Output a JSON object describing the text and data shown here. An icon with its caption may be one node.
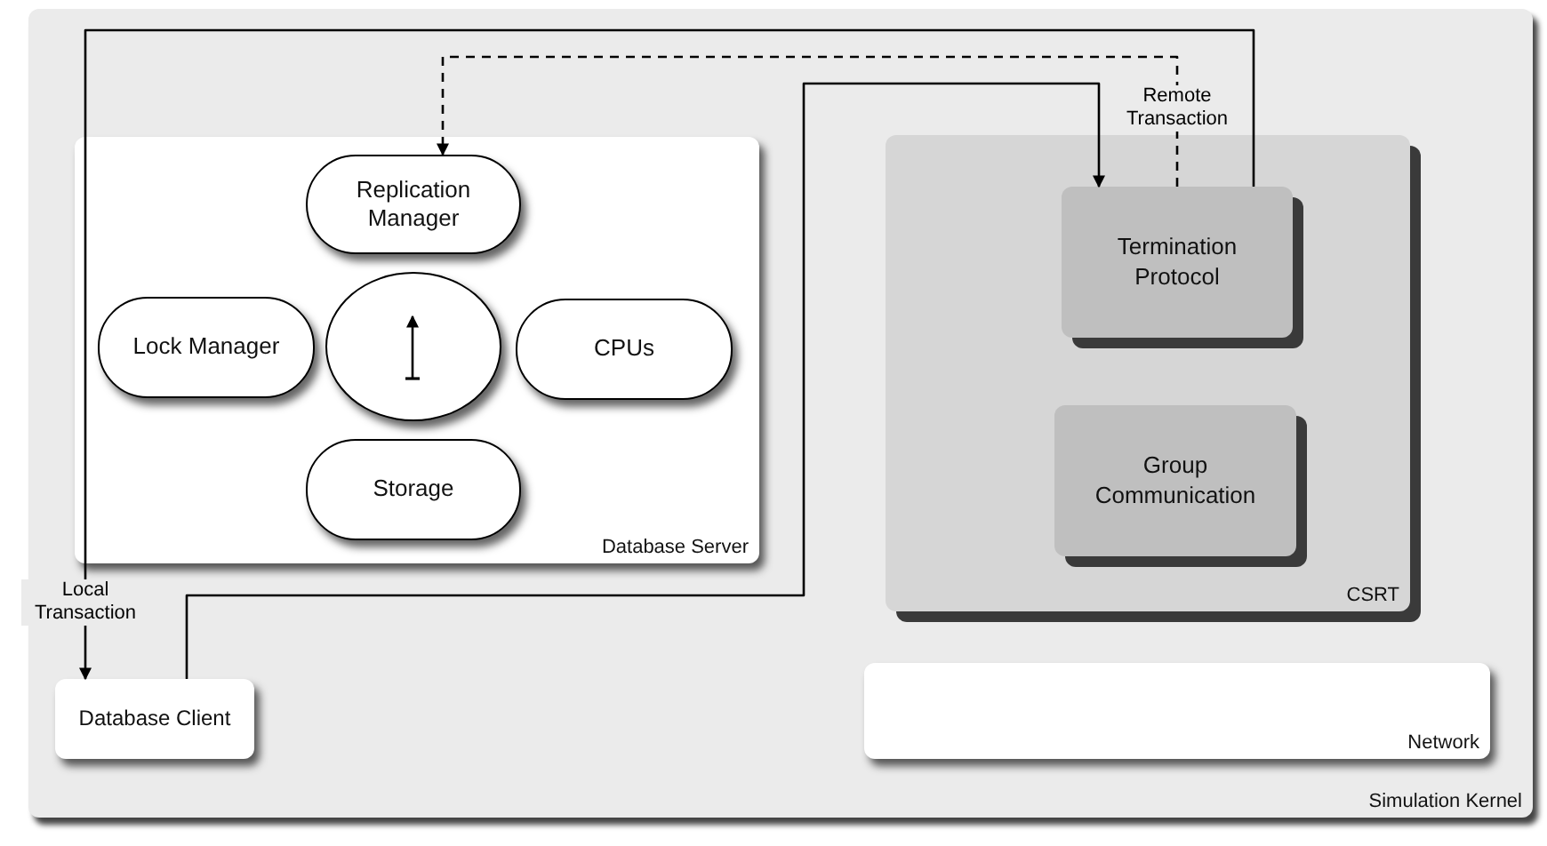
{
  "diagram": {
    "nodes": [
      {
        "text": [
          "Simulation Kernel"
        ]
      },
      {
        "text": [
          "Database Server"
        ],
        "in": 0
      },
      {
        "text": [
          "Replication Manager"
        ],
        "in": 1
      },
      {
        "text": [
          "Lock Manager"
        ],
        "in": 1
      },
      {
        "text": [],
        "shape": "circle",
        "in": 1
      },
      {
        "text": [
          "CPUs"
        ],
        "in": 1
      },
      {
        "text": [
          "Storage"
        ],
        "in": 1
      },
      {
        "text": [
          "CSRT"
        ],
        "in": 0
      },
      {
        "text": [
          "Termination Protocol"
        ],
        "in": 7
      },
      {
        "text": [
          "Group Communication"
        ],
        "in": 7
      },
      {
        "text": [
          "Network"
        ],
        "in": 0
      },
      {
        "text": [
          "Database Client"
        ],
        "in": 0
      }
    ],
    "edges": [
      {
        "from": 11,
        "to": 8,
        "arrow": "to"
      },
      {
        "from": 8,
        "to": 2,
        "arrow": "to",
        "style": "dashed",
        "label": "Remote Transaction"
      },
      {
        "from": 8,
        "to": 11,
        "arrow": "to",
        "label": "Local Transaction"
      }
    ]
  }
}
